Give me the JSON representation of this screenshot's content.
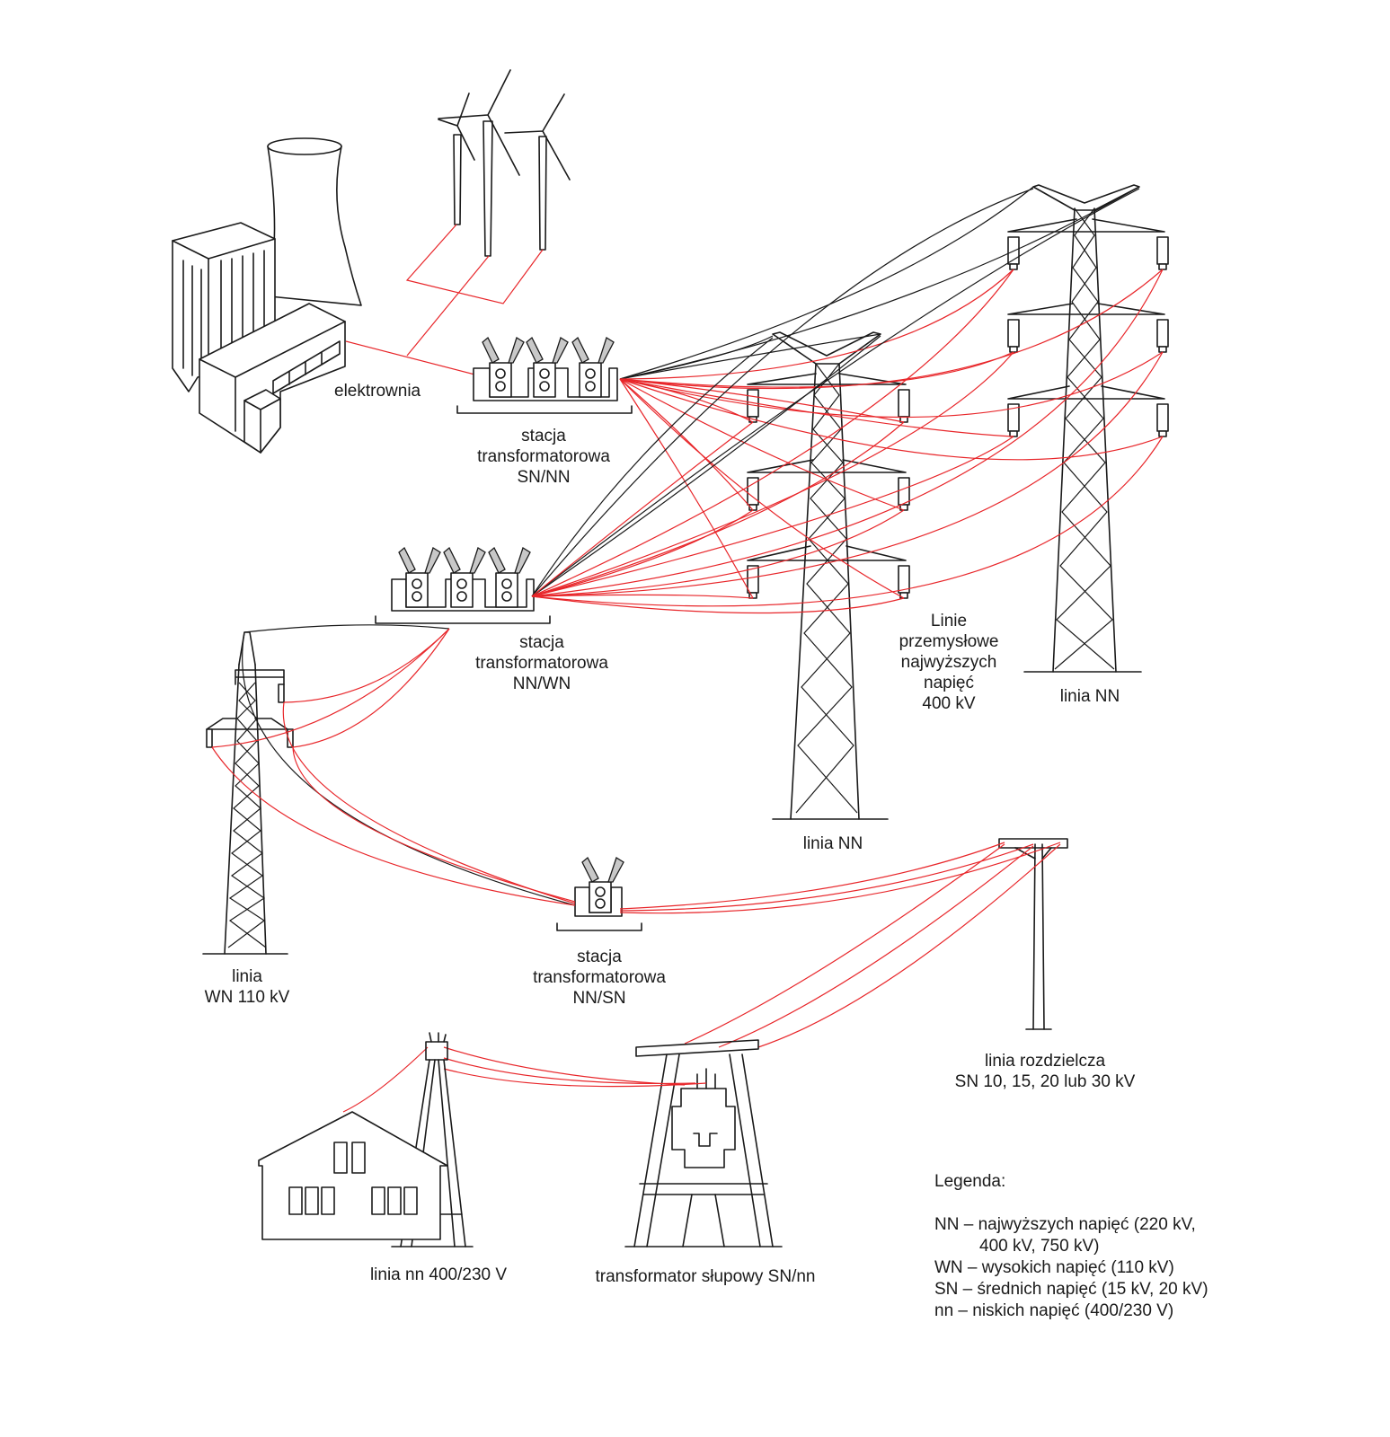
{
  "labels": {
    "power_plant": "elektrownia",
    "station_sn_nn": [
      "stacja",
      "transformatorowa",
      "SN/NN"
    ],
    "station_nn_wn": [
      "stacja",
      "transformatorowa",
      "NN/WN"
    ],
    "station_nn_sn": [
      "stacja",
      "transformatorowa",
      "NN/SN"
    ],
    "industrial_lines": [
      "Linie",
      "przemysłowe",
      "najwyższych",
      "napięć",
      "400 kV"
    ],
    "line_nn_a": "linia NN",
    "line_nn_b": "linia NN",
    "line_wn": [
      "linia",
      "WN 110 kV"
    ],
    "line_distribution": [
      "linia rozdzielcza",
      "SN 10, 15, 20 lub 30 kV"
    ],
    "line_nn_low": "linia nn 400/230 V",
    "pole_transformer": "transformator słupowy SN/nn"
  },
  "legend": {
    "title": "Legenda:",
    "items": [
      "NN – najwyższych napięć (220 kV,",
      "400 kV, 750 kV)",
      "WN – wysokich napięć (110 kV)",
      "SN – średnich napięć (15 kV, 20 kV)",
      "nn – niskich napięć (400/230 V)"
    ]
  },
  "colors": {
    "line_red": "#e8262a",
    "ink": "#1a1a1a",
    "insulator_grey": "#c8c8c8"
  }
}
